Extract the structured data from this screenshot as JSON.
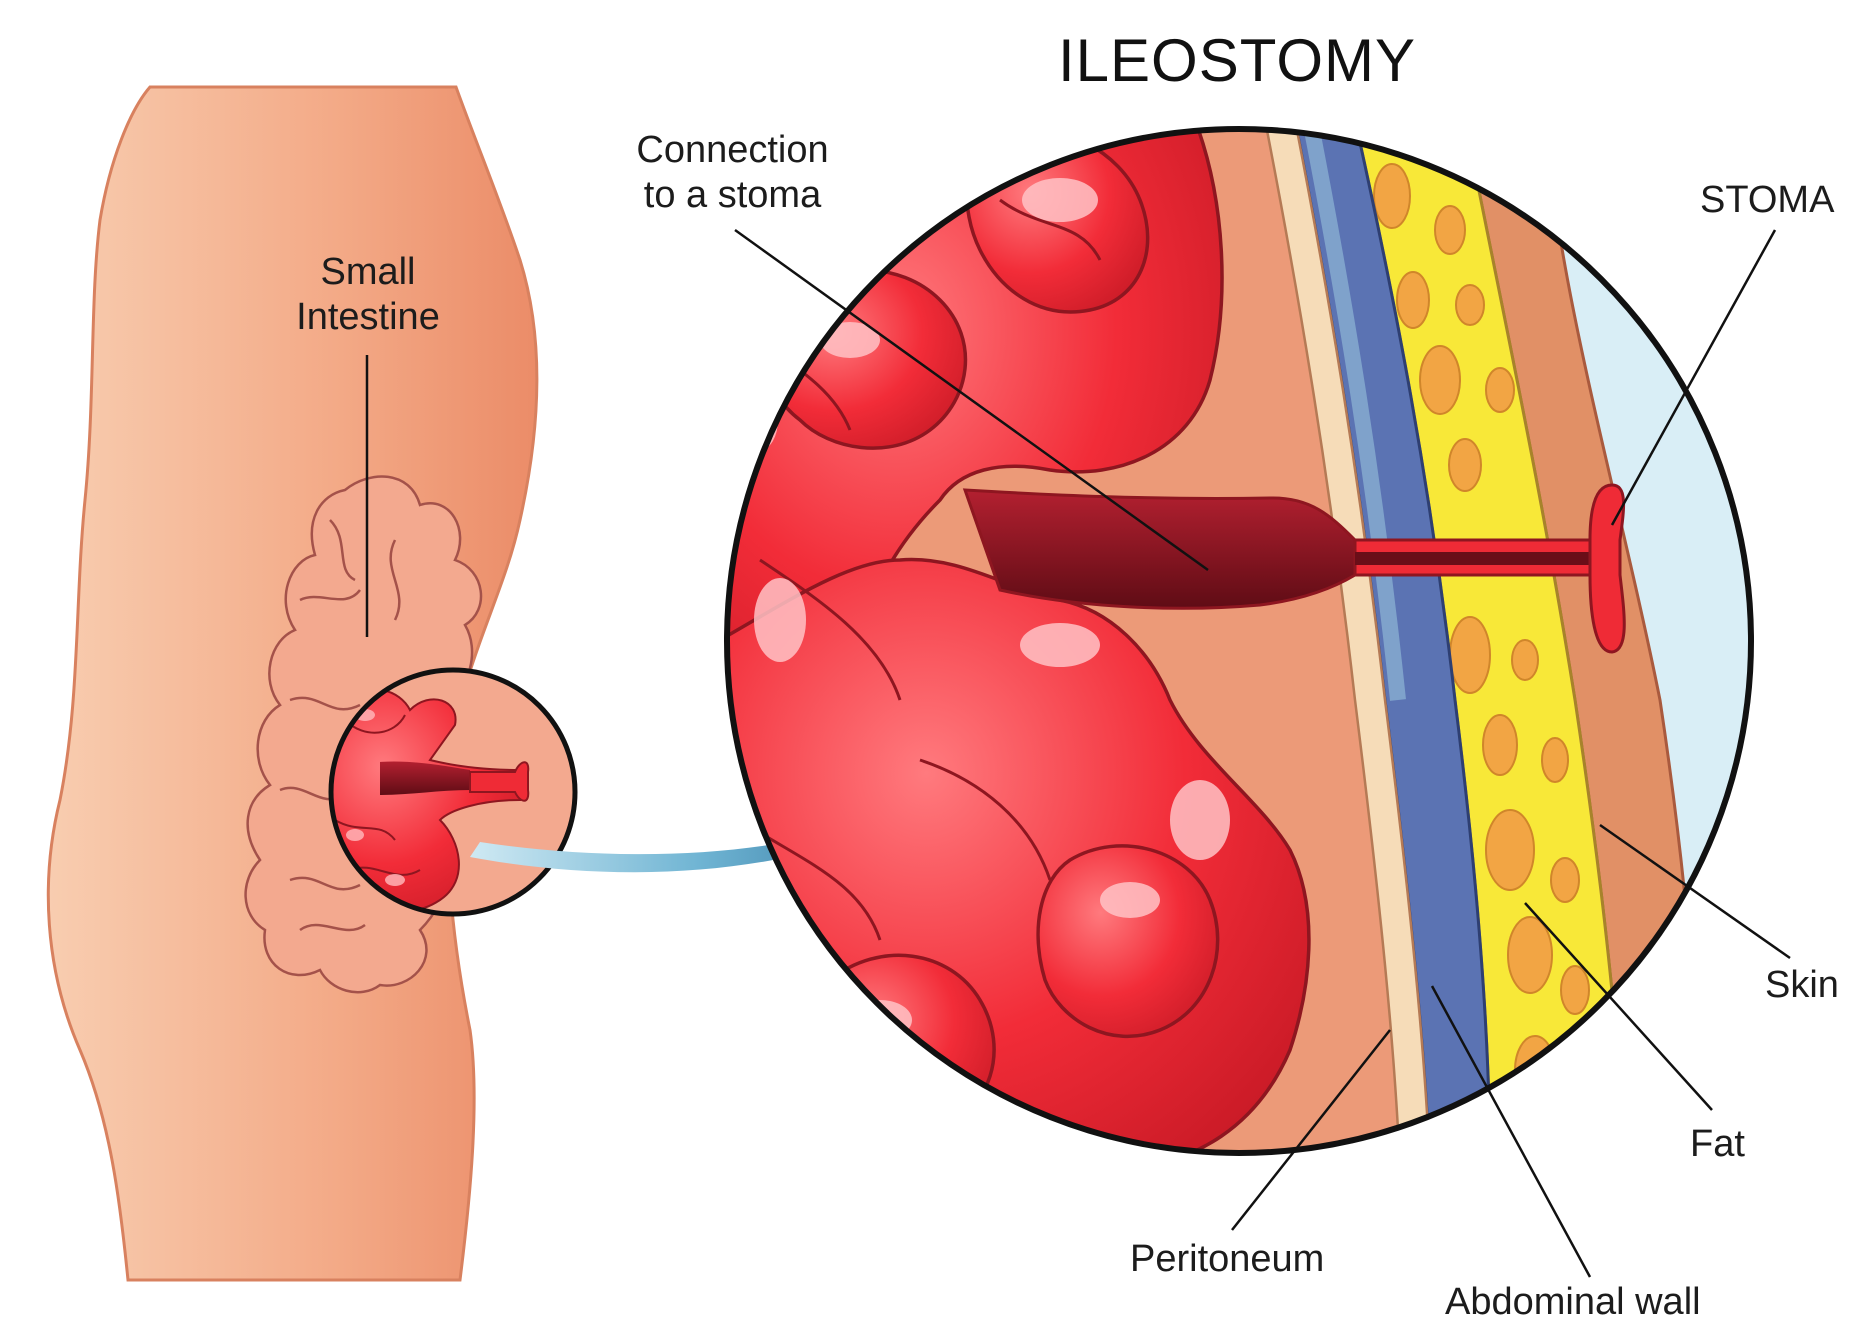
{
  "title": "ILEOSTOMY",
  "labels": {
    "small_intestine_line1": "Small",
    "small_intestine_line2": "Intestine",
    "connection_line1": "Connection",
    "connection_line2": "to a stoma",
    "stoma": "STOMA",
    "skin": "Skin",
    "fat": "Fat",
    "peritoneum": "Peritoneum",
    "abdominal_wall": "Abdominal wall"
  },
  "colors": {
    "skin_body": "#f6b896",
    "intestine_red": "#ef2b36",
    "intestine_dark": "#8e1620",
    "fat_yellow": "#f6e33a",
    "fat_globule": "#f2a544",
    "abdominal_wall_blue": "#5b73b3",
    "peritoneum_cream": "#f6dcb8",
    "skin_layer": "#e7966f",
    "outside_air": "#d9eef6",
    "arrow_blue": "#3d8db5"
  }
}
